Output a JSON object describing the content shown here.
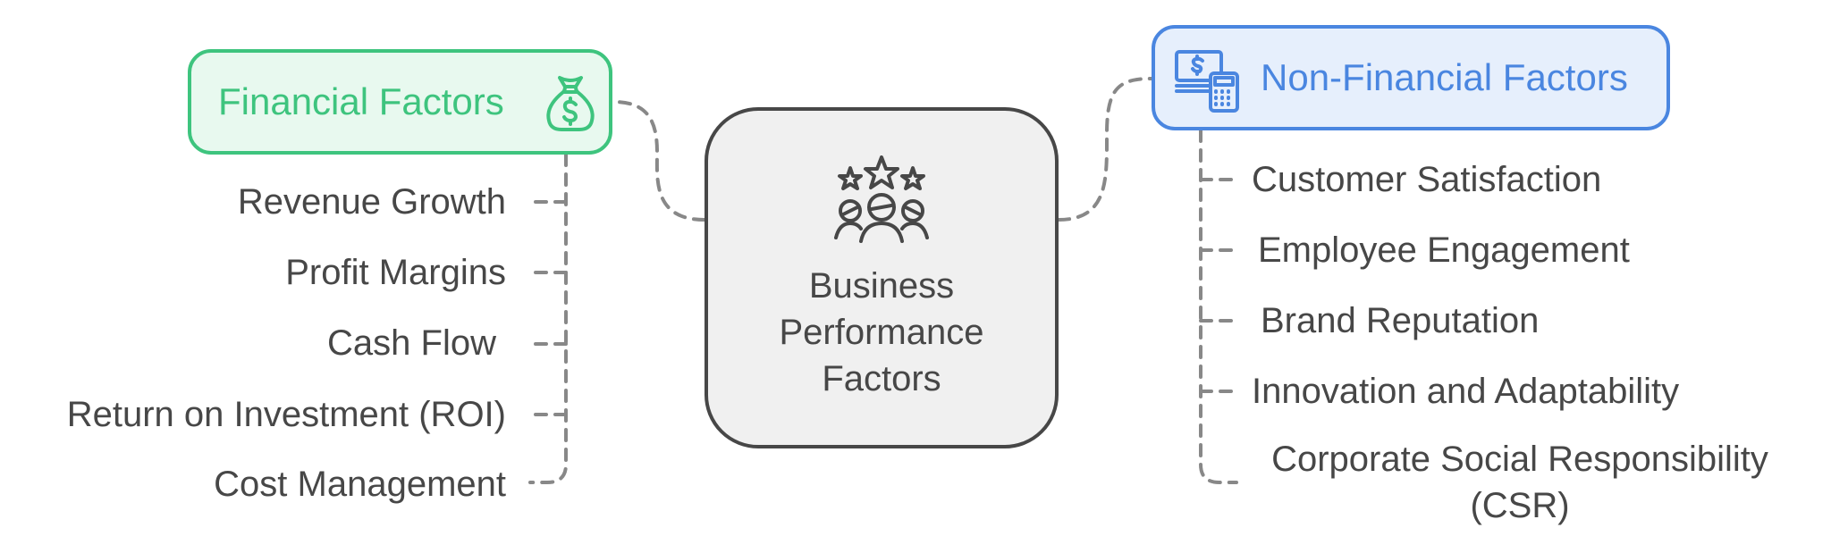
{
  "colors": {
    "financial": "#3ec47e",
    "financial_fill": "#e8f9ef",
    "non_financial": "#4a86e0",
    "non_financial_fill": "#e6effc",
    "central": "#474747",
    "central_fill": "#f0f0f0",
    "connector": "#888888"
  },
  "central": {
    "label": "Business Performance Factors",
    "icon": "stars-people-icon"
  },
  "financial": {
    "title": "Financial Factors",
    "icon": "money-bag-icon",
    "items": [
      "Revenue Growth",
      "Profit Margins",
      "Cash Flow",
      "Return on Investment (ROI)",
      "Cost Management"
    ]
  },
  "non_financial": {
    "title": "Non-Financial Factors",
    "icon": "cash-calculator-icon",
    "items": [
      "Customer Satisfaction",
      "Employee Engagement",
      "Brand Reputation",
      "Innovation and Adaptability",
      "Corporate Social Responsibility (CSR)"
    ]
  }
}
